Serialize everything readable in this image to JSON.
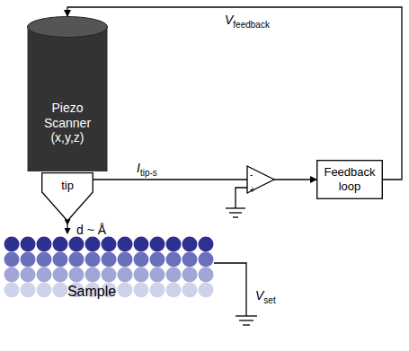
{
  "diagram": {
    "nodes": [
      {
        "text": [
          "Piezo Scanner (x,y,z)"
        ]
      },
      {
        "text": [
          "tip"
        ]
      },
      {
        "text": [
          "Feedback loop"
        ]
      },
      {
        "text": [
          "Sample"
        ]
      }
    ],
    "edges": [
      {
        "from": 2,
        "to": 0,
        "arrow": "to"
      },
      {
        "from": 1,
        "to": 2,
        "arrow": "to"
      }
    ],
    "labels": [
      "V",
      "feedback",
      "I",
      "tip-s",
      "d ~ Å",
      "V",
      "set",
      "-",
      "+"
    ]
  }
}
